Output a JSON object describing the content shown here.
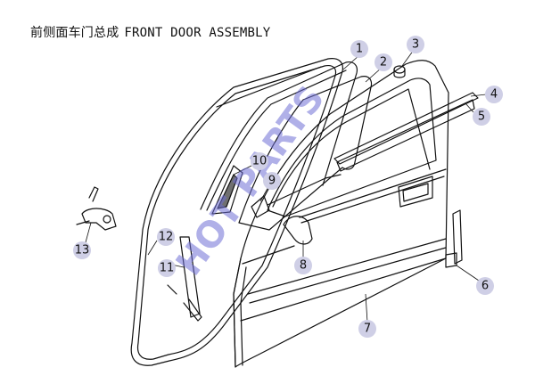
{
  "header": {
    "title_cn": "前侧面车门总成",
    "title_en": "FRONT DOOR ASSEMBLY"
  },
  "watermark": {
    "text": "HOT PARTS",
    "color": "#6f6fd6"
  },
  "callouts": [
    {
      "id": "1",
      "label": "1"
    },
    {
      "id": "2",
      "label": "2"
    },
    {
      "id": "3",
      "label": "3"
    },
    {
      "id": "4",
      "label": "4"
    },
    {
      "id": "5",
      "label": "5"
    },
    {
      "id": "6",
      "label": "6"
    },
    {
      "id": "7",
      "label": "7"
    },
    {
      "id": "8",
      "label": "8"
    },
    {
      "id": "9",
      "label": "9"
    },
    {
      "id": "10",
      "label": "10"
    },
    {
      "id": "11",
      "label": "11"
    },
    {
      "id": "12",
      "label": "12"
    },
    {
      "id": "13",
      "label": "13"
    }
  ],
  "colors": {
    "callout_fill": "#cfcfe6",
    "line": "#111111"
  }
}
